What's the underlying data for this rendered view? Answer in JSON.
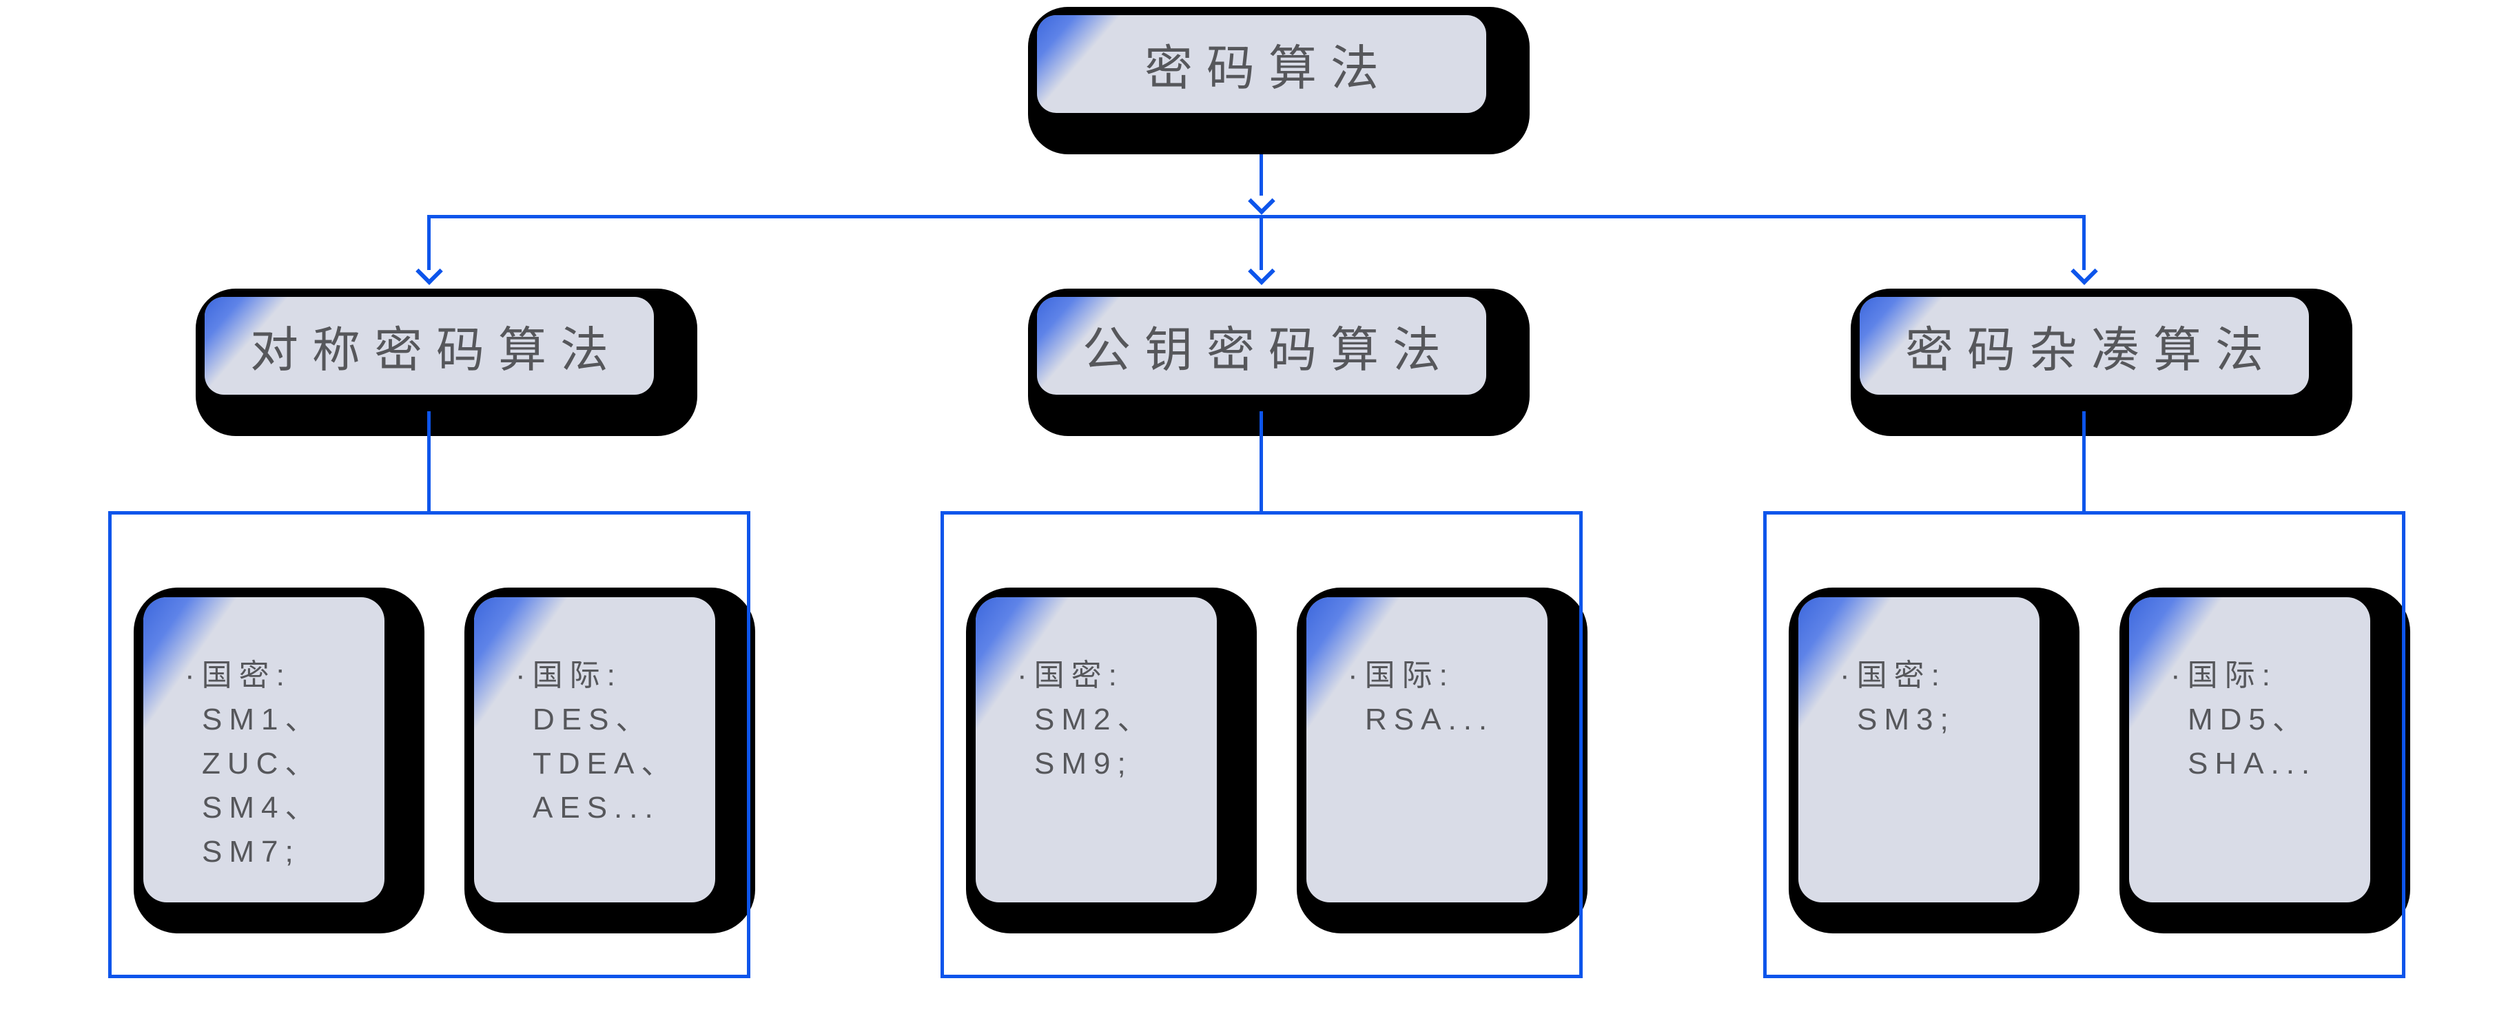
{
  "colors": {
    "blue": "#0d55eb",
    "panel": "#d9dce7",
    "shadow": "#000000",
    "text": "#56575b",
    "corner_start": "#3c67dc",
    "corner_mid": "#5e83e8"
  },
  "root": {
    "label": "密码算法"
  },
  "branches": [
    {
      "label": "对称密码算法",
      "cards": [
        {
          "lines": [
            "·国密:",
            "SM1、",
            "ZUC、",
            "SM4、",
            "SM7;"
          ]
        },
        {
          "lines": [
            "·国际:",
            "DES、",
            "TDEA、",
            "AES..."
          ]
        }
      ]
    },
    {
      "label": "公钥密码算法",
      "cards": [
        {
          "lines": [
            "·国密:",
            "SM2、",
            "SM9;"
          ]
        },
        {
          "lines": [
            "·国际:",
            "RSA..."
          ]
        }
      ]
    },
    {
      "label": "密码杂凑算法",
      "cards": [
        {
          "lines": [
            "·国密:",
            "SM3;"
          ]
        },
        {
          "lines": [
            "·国际:",
            "MD5、",
            "SHA..."
          ]
        }
      ]
    }
  ]
}
